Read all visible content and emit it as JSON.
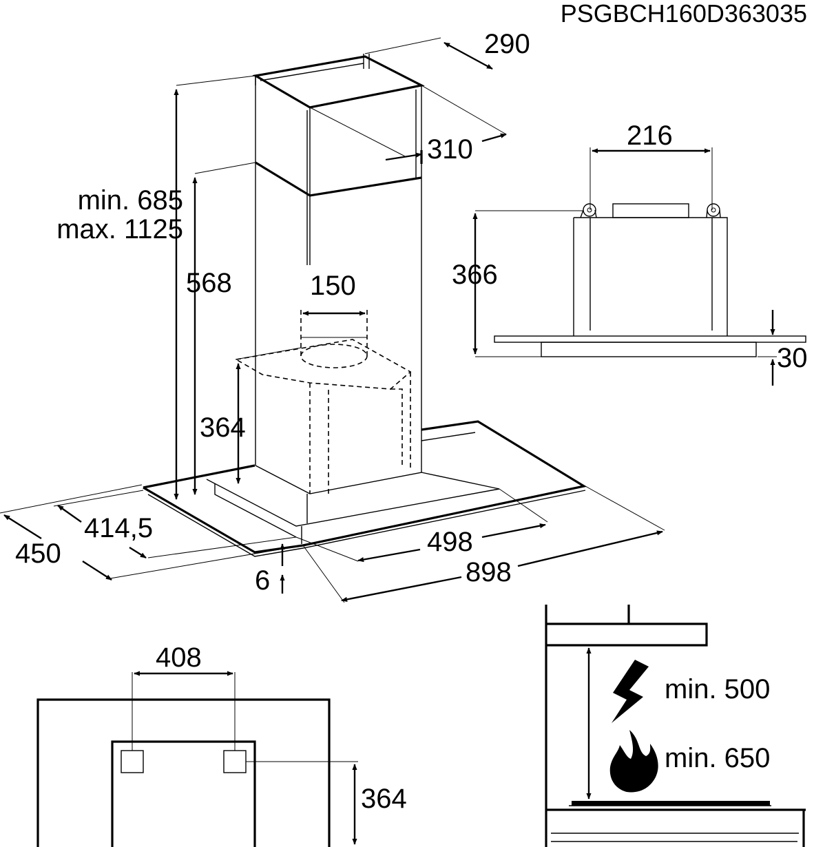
{
  "model_code": "PSGBCH160D363035",
  "main_view": {
    "chimney_depth": "290",
    "chimney_width": "310",
    "height_min": "min. 685",
    "height_max": "max. 1125",
    "upper_chimney_height": "568",
    "outlet_diameter": "150",
    "motor_height": "364",
    "glass_depth_inner": "414,5",
    "glass_depth_outer": "450",
    "glass_thickness": "6",
    "body_width": "498",
    "glass_width": "898"
  },
  "bracket_view": {
    "hole_spacing": "216",
    "total_height": "366",
    "glass_offset": "30"
  },
  "ceiling_view": {
    "mount_spacing": "408",
    "mount_height": "364"
  },
  "clearance_view": {
    "electric_label": "min. 500",
    "gas_label": "min. 650"
  },
  "icons": {
    "electric": "lightning-bolt-icon",
    "gas": "flame-icon"
  },
  "colors": {
    "line": "#000000",
    "background": "#ffffff"
  }
}
